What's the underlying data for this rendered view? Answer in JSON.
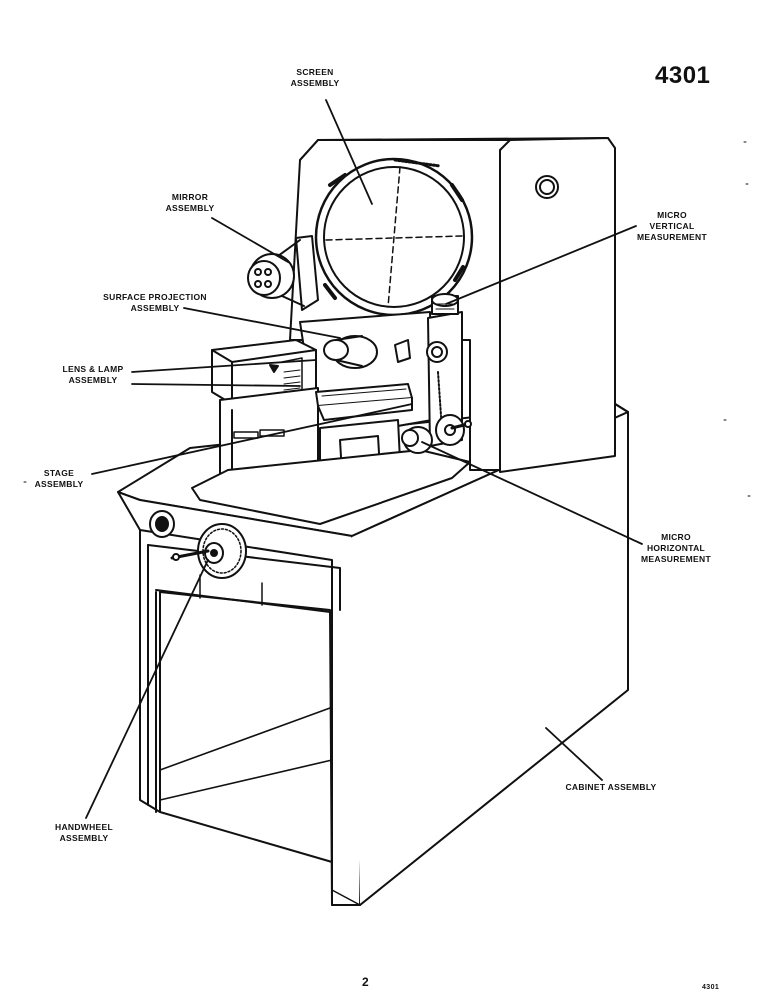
{
  "header": {
    "doc_number": "4301"
  },
  "labels": {
    "screen": [
      "SCREEN",
      "ASSEMBLY"
    ],
    "mirror": [
      "MIRROR",
      "ASSEMBLY"
    ],
    "surface_projection": [
      "SURFACE PROJECTION",
      "ASSEMBLY"
    ],
    "lens_lamp": [
      "LENS & LAMP",
      "ASSEMBLY"
    ],
    "stage": [
      "STAGE",
      "ASSEMBLY"
    ],
    "micro_vertical": [
      "MICRO",
      "VERTICAL",
      "MEASUREMENT"
    ],
    "micro_horizontal": [
      "MICRO",
      "HORIZONTAL",
      "MEASUREMENT"
    ],
    "cabinet": [
      "CABINET ASSEMBLY"
    ],
    "handwheel": [
      "HANDWHEEL",
      "ASSEMBLY"
    ]
  },
  "footer": {
    "page_number": "2",
    "code": "4301"
  }
}
